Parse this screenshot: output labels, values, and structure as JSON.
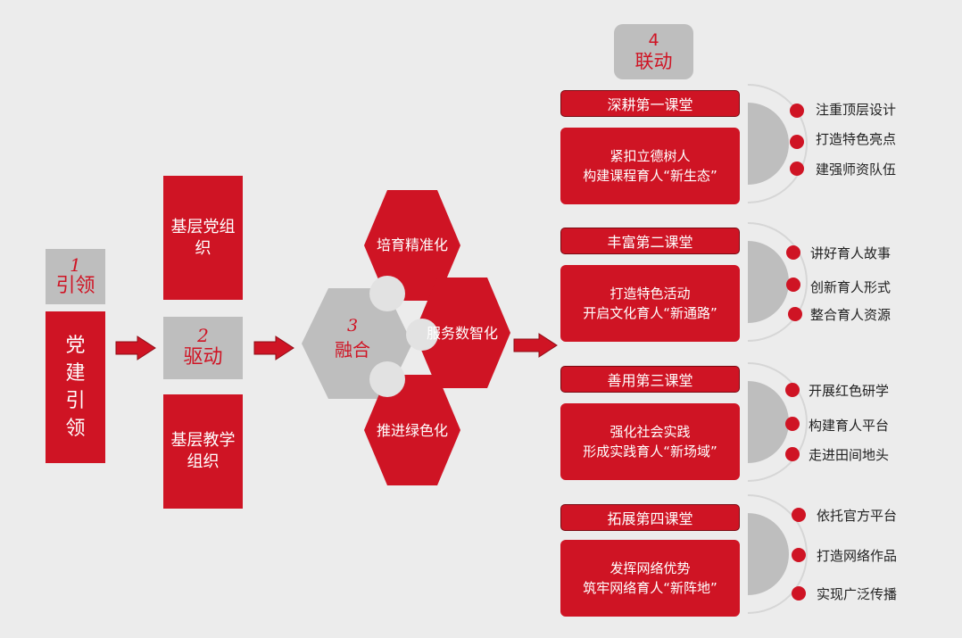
{
  "stage1": {
    "number": "1",
    "label": "引领",
    "box": [
      "党",
      "建",
      "引",
      "领"
    ]
  },
  "stage2": {
    "number": "2",
    "label": "驱动",
    "top": "基层党组织",
    "bottom": "基层教学组织"
  },
  "stage3": {
    "number": "3",
    "label": "融合",
    "hex_top": "培育精准化",
    "hex_right": "服务数智化",
    "hex_bottom": "推进绿色化"
  },
  "stage4": {
    "number": "4",
    "label": "联动",
    "groups": [
      {
        "title": "深耕第一课堂",
        "line1": "紧扣立德树人",
        "line2": "构建课程育人“新生态”",
        "bullets": [
          "注重顶层设计",
          "打造特色亮点",
          "建强师资队伍"
        ]
      },
      {
        "title": "丰富第二课堂",
        "line1": "打造特色活动",
        "line2": "开启文化育人“新通路”",
        "bullets": [
          "讲好育人故事",
          "创新育人形式",
          "整合育人资源"
        ]
      },
      {
        "title": "善用第三课堂",
        "line1": "强化社会实践",
        "line2": "形成实践育人“新场域”",
        "bullets": [
          "开展红色研学",
          "构建育人平台",
          "走进田间地头"
        ]
      },
      {
        "title": "拓展第四课堂",
        "line1": "发挥网络优势",
        "line2": "筑牢网络育人“新阵地”",
        "bullets": [
          "依托官方平台",
          "打造网络作品",
          "实现广泛传播"
        ]
      }
    ]
  },
  "colors": {
    "red": "#cf1424",
    "gray": "#bebebe",
    "background": "#ececec"
  }
}
